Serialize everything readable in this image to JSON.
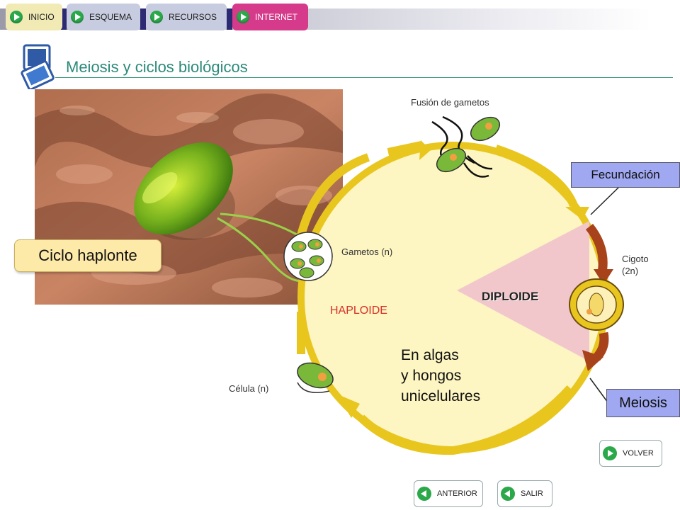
{
  "nav": {
    "inicio": "INICIO",
    "esquema": "ESQUEMA",
    "recursos": "RECURSOS",
    "internet": "INTERNET"
  },
  "page": {
    "title": "Meiosis y ciclos biológicos"
  },
  "diagram": {
    "cycle_label": "Ciclo haplonte",
    "fusion_label": "Fusión de gametos",
    "fecundacion_label": "Fecundación",
    "cigoto_label_line1": "Cigoto",
    "cigoto_label_line2": "(2n)",
    "gametos_label": "Gametos (n)",
    "diploide_label": "DIPLOIDE",
    "haploide_label": "HAPLOIDE",
    "celula_label": "Célula (n)",
    "desc_line1": "En algas",
    "desc_line2": "y hongos",
    "desc_line3": "unicelulares",
    "meiosis_label": "Meiosis"
  },
  "footer": {
    "volver": "VOLVER",
    "anterior": "ANTERIOR",
    "salir": "SALIR"
  },
  "colors": {
    "nav_inicio": "#f1eab5",
    "nav_esquema": "#c8cce0",
    "nav_recursos": "#c8cce0",
    "nav_internet": "#d63a8a",
    "cycle_fill": "#fdf5c2",
    "arrow_yellow": "#e8c61e",
    "arrow_brown": "#a8421a",
    "diploid_wedge": "#f1c7cc",
    "label_box": "#9fa8f0",
    "cycle_box": "#fde9a8",
    "haploide_text": "#d8302a",
    "title_text": "#2a8a7a"
  },
  "icons": [
    "play-icon",
    "back-icon",
    "app-logo-icon"
  ]
}
